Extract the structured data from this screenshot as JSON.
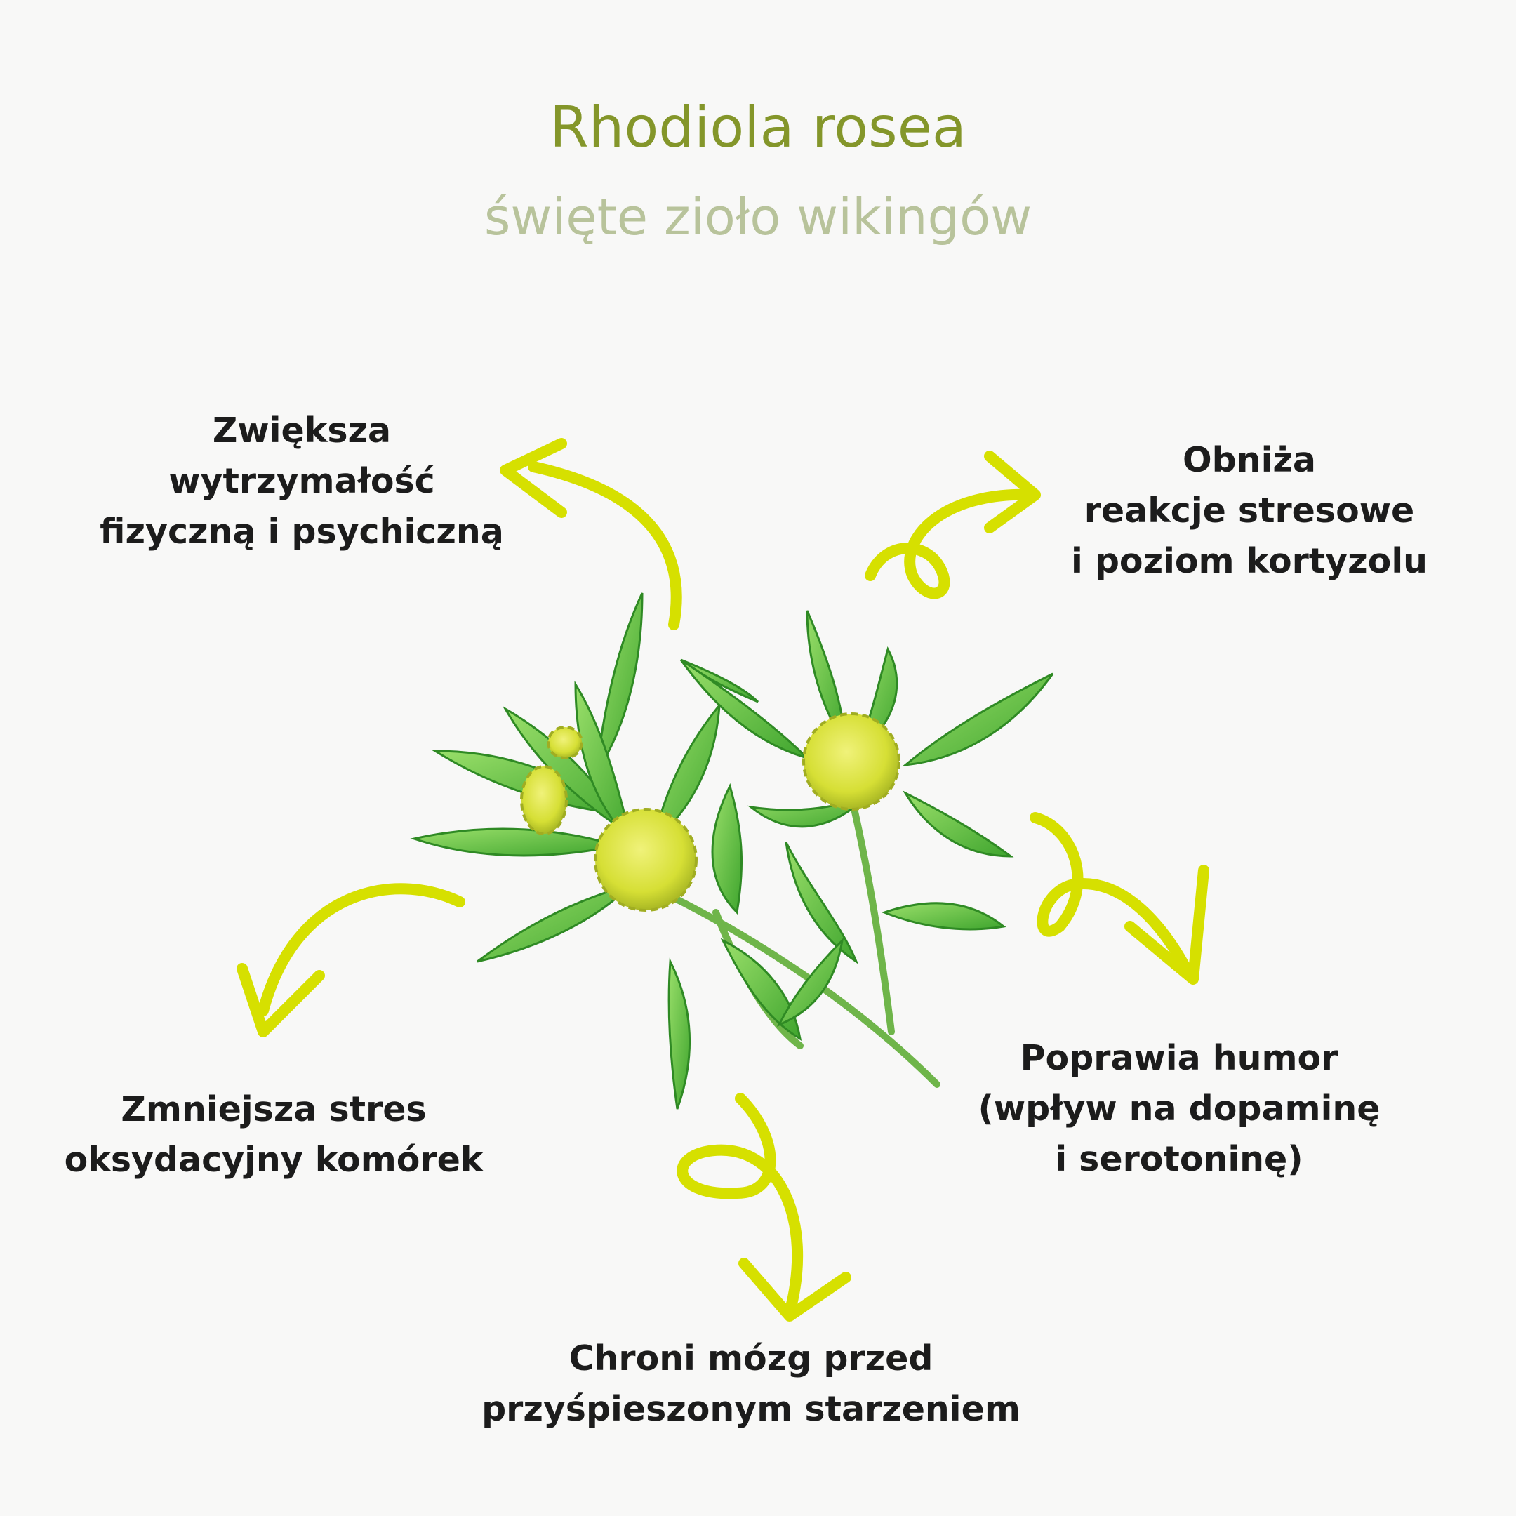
{
  "header": {
    "title": "Rhodiola rosea",
    "subtitle": "święte zioło wikingów"
  },
  "benefits": [
    {
      "text": "Zwiększa\nwytrzymałość\nfizyczną i psychiczną"
    },
    {
      "text": "Obniża\nreakcje stresowe\ni poziom kortyzolu"
    },
    {
      "text": "Zmniejsza stres\noksydacyjny komórek"
    },
    {
      "text": "Poprawia humor\n(wpływ na dopaminę\ni serotoninę)"
    },
    {
      "text": "Chroni mózg przed\nprzyśpieszonym starzeniem"
    }
  ],
  "colors": {
    "title": "#84962a",
    "subtitle": "#b8c39b",
    "arrow": "#d6e000",
    "leaf": "#5cbf3a",
    "flower": "#d8e23a"
  },
  "illustration": {
    "icon": "rhodiola-plant-illustration"
  }
}
